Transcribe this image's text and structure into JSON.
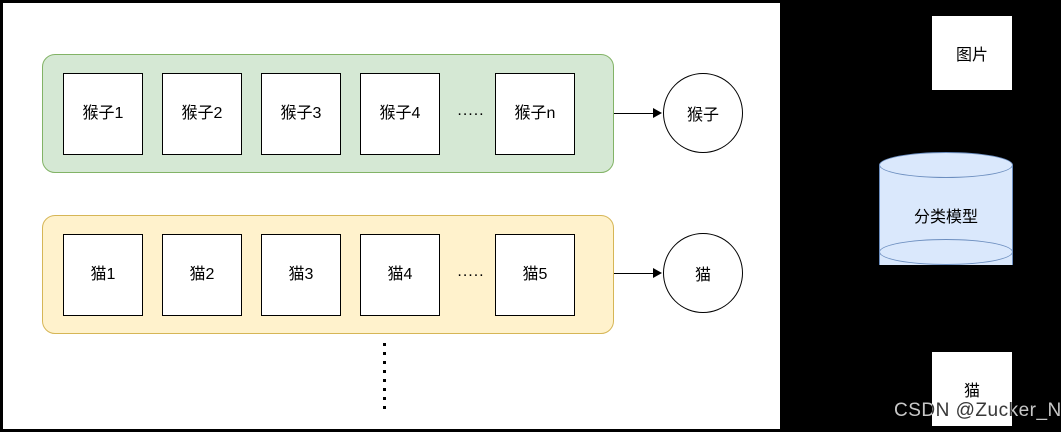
{
  "diagram": {
    "groups": [
      {
        "id": "monkey",
        "band_color": "#d5e8d4",
        "band_border": "#82b366",
        "samples": [
          "猴子1",
          "猴子2",
          "猴子3",
          "猴子4",
          "猴子n"
        ],
        "ellipsis": ".....",
        "label": "猴子"
      },
      {
        "id": "cat",
        "band_color": "#fff2cc",
        "band_border": "#d6b656",
        "samples": [
          "猫1",
          "猫2",
          "猫3",
          "猫4",
          "猫5"
        ],
        "ellipsis": ".....",
        "label": "猫"
      }
    ],
    "more_groups_indicator": "vertical-dots"
  },
  "pipeline": {
    "input_label": "图片",
    "model_label": "分类模型",
    "model_color": "#dae8fc",
    "model_border": "#6c8ebf",
    "output_label": "猫"
  },
  "watermark": {
    "text": "CSDN @Zucker_N"
  }
}
